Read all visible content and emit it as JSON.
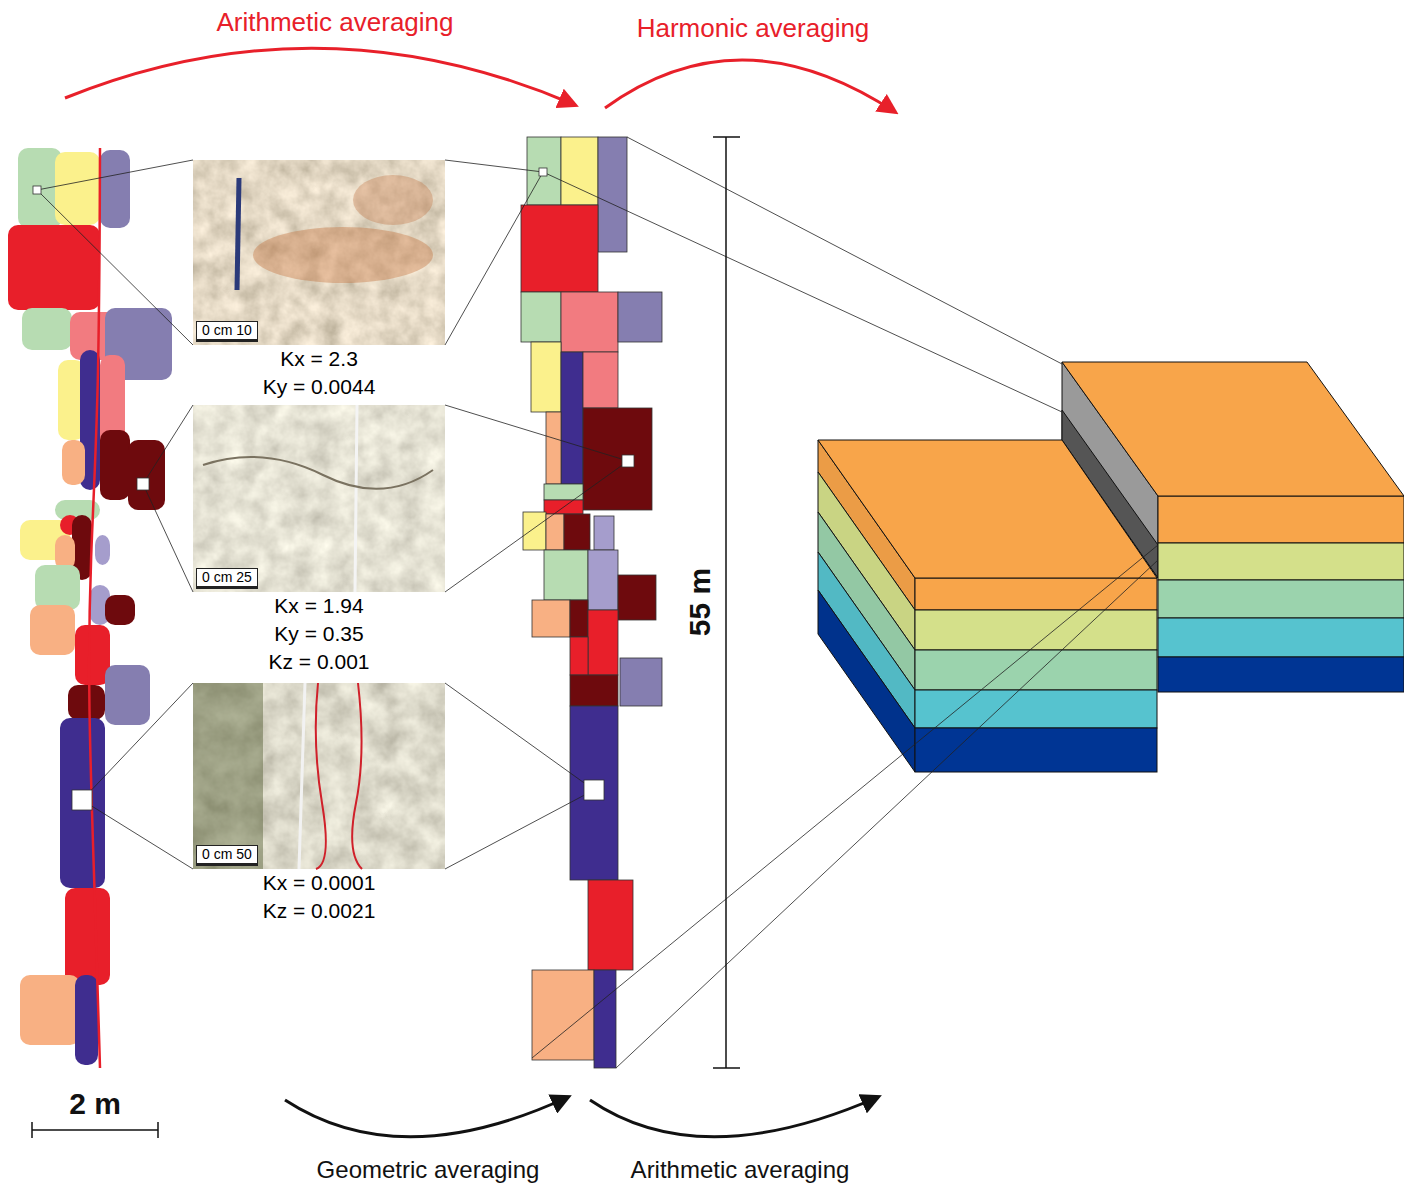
{
  "diagram": {
    "nodes": [
      {
        "text": [
          "0 cm 10",
          "Kx = 2.3",
          "Ky = 0.0044"
        ]
      },
      {
        "text": [
          "0 cm 25",
          "Kx = 1.94",
          "Ky = 0.35",
          "Kz = 0.001"
        ]
      },
      {
        "text": [
          "0 cm 50",
          "Kx = 0.0001",
          "Kz = 0.0021"
        ]
      }
    ],
    "edges": [],
    "labels": [
      "Arithmetic averaging",
      "Harmonic averaging",
      "55 m",
      "2 m",
      "Geometric averaging",
      "Arithmetic averaging"
    ]
  }
}
